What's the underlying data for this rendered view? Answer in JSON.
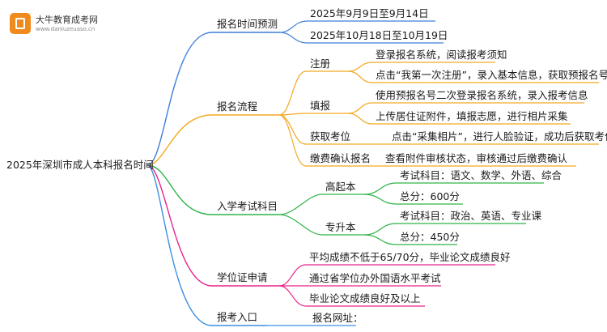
{
  "logo": {
    "name": "大牛教育成考网",
    "url": "www.daniuzeuaso.cn"
  },
  "root": "2025年深圳市成人本科报名时间",
  "branches": {
    "predict": {
      "label": "报名时间预测",
      "items": [
        "2025年9月9日至9月14日",
        "2025年10月18日至10月19日"
      ]
    },
    "process": {
      "label": "报名流程",
      "register": {
        "label": "注册",
        "items": [
          "登录报名系统，阅读报考须知",
          "点击“我第一次注册”，录入基本信息，获取预报名号"
        ]
      },
      "fill": {
        "label": "填报",
        "items": [
          "使用预报名号二次登录报名系统，录入报考信息",
          "上传居住证附件，填报志愿，进行相片采集"
        ]
      },
      "getseat": {
        "label": "获取考位",
        "items": [
          "点击“采集相片”，进行人脸验证，成功后获取考位"
        ]
      },
      "pay": {
        "label": "缴费确认报名",
        "items": [
          "查看附件审核状态，审核通过后缴费确认"
        ]
      }
    },
    "subjects": {
      "label": "入学考试科目",
      "gqb": {
        "label": "高起本",
        "items": [
          "考试科目：语文、数学、外语、综合",
          "总分：600分"
        ]
      },
      "zsb": {
        "label": "专升本",
        "items": [
          "考试科目：政治、英语、专业课",
          "总分：450分"
        ]
      }
    },
    "degree": {
      "label": "学位证申请",
      "items": [
        "平均成绩不低于65/70分，毕业论文成绩良好",
        "通过省学位办外国语水平考试",
        "毕业论文成绩良好及以上"
      ]
    },
    "entry": {
      "label": "报考入口",
      "items": [
        "报名网址："
      ]
    }
  },
  "colors": {
    "predict": "#3f7fd9",
    "process": "#f2a922",
    "subjects": "#2fb34a",
    "degree": "#e8238b",
    "entry": "#3b8fe0"
  }
}
